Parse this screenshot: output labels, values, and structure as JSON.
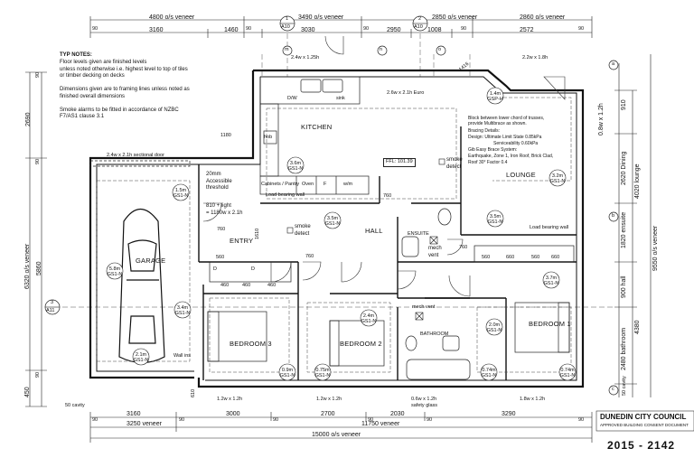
{
  "dimensions": {
    "top_veneer_1": "4800 o/s veneer",
    "top_veneer_2": "3490 o/s veneer",
    "top_veneer_3": "2850 o/s veneer",
    "top_veneer_4": "2860 o/s veneer",
    "top_row2": [
      "3160",
      "1460",
      "3030",
      "2950",
      "1008",
      "2572"
    ],
    "top_row2_small": [
      "90",
      "90",
      "90",
      "90",
      "90"
    ],
    "bottom_row1": [
      "3160",
      "3000",
      "2700",
      "2030",
      "3290"
    ],
    "bottom_row1_small": [
      "90",
      "90",
      "90",
      "90",
      "90",
      "90"
    ],
    "bottom_veneer_1": "3250 veneer",
    "bottom_veneer_2": "11750 veneer",
    "bottom_total": "15000 o/s veneer",
    "left": [
      "2690",
      "6320 o/s veneer",
      "5860",
      "450",
      "90",
      "90",
      "90"
    ],
    "right_outer": "9550 o/s veneer",
    "right_col1": [
      "910",
      "2620 Dining",
      "1820 ensuite",
      "900 hall",
      "2480 bathroom",
      "50 cavity"
    ],
    "right_col2": [
      "4020 lounge",
      "4380"
    ],
    "right_window": "0.8w x 1.2h",
    "interior": [
      "1180",
      "610",
      "760",
      "760",
      "760",
      "560",
      "460",
      "460",
      "460",
      "1610",
      "560",
      "660",
      "560",
      "660",
      "760",
      "90"
    ],
    "cavity_left": "50 cavity"
  },
  "grid_labels": [
    "a",
    "b",
    "c",
    "m",
    "n",
    "o"
  ],
  "section_markers": [
    {
      "num": "1",
      "ref": "A10"
    },
    {
      "num": "2",
      "ref": "A10"
    },
    {
      "num": "3",
      "ref": "A11"
    }
  ],
  "notes": {
    "heading": "TYP NOTES:",
    "lines": "Floor levels given are finished levels\nunless noted otherwise i.e. highest level to top of tiles\nor timber decking on decks\n\nDimensions given are to framing lines unless noted as\nfinished overall dimensions\n\nSmoke alarms to be fitted in accordance of NZBC\nF7/AS1 clause 3.1",
    "truss": "Block between lower chord of trusses,\nprovide Multibrace as shown.",
    "bracing_title": "Bracing Details:",
    "bracing_design": "Design: Ultimate Limit State    0.85kPa",
    "bracing_service": "Serviceability    0.60kPa",
    "bracing_gib": "Gib Easy Brace System:",
    "bracing_eq": "Earthquake, Zone 1, Iron Roof, Brick Clad,",
    "bracing_roof": "Roof 30° Factor 0.4"
  },
  "rooms": {
    "kitchen": "KITCHEN",
    "lounge": "LOUNGE",
    "hall": "HALL",
    "entry": "ENTRY",
    "garage": "GARAGE",
    "ensuite": "ENSUITE",
    "bedroom1": "BEDROOM 1",
    "bedroom2": "BEDROOM 2",
    "bedroom3": "BEDROOM 3",
    "bathroom": "BATHROOM"
  },
  "labels": {
    "dw": "D/W",
    "sink": "sink",
    "hob": "hob",
    "cab": "Cabinets / Pantry",
    "oven": "Oven",
    "fridge": "F",
    "wm": "w/m",
    "lbw1": "Load bearing wall",
    "lbw2": "Load bearing wall",
    "ffl": "FFL: 101.39",
    "smoke1": "smoke\ndetect",
    "smoke2": "smoke\ndetect",
    "mech1": "mech\nvent",
    "mech2": "mech vent",
    "door_garage": "2.4w x 2.1h sectional door",
    "threshold": "20mm\nAccessible\nthreshold",
    "entry_door": "810 + light\n= 1180w x 2.1h",
    "wall_ins": "Wall ins",
    "safety": "safety glass",
    "d1": "D",
    "d2": "D",
    "win_top1": "2.4w x 1.25h",
    "win_top2": "2.6w x 2.1h Euro",
    "win_top3": "2.2w x 1.8h",
    "win_bot1": "1.2w x 1.2h",
    "win_bot2": "1.2w x 1.2h",
    "win_bot3": "0.6w x 1.2h",
    "win_bot4": "1.8w x 1.2h",
    "diag_dim": "1416"
  },
  "brace_tags": [
    {
      "value": "1.4m",
      "code": "GSP-H"
    },
    {
      "value": "3.6m",
      "code": "GS1-N"
    },
    {
      "value": "3.2m",
      "code": "GS1-N"
    },
    {
      "value": "1.5m",
      "code": "GS1-N"
    },
    {
      "value": "3.5m",
      "code": "GS1-N"
    },
    {
      "value": "3.5m",
      "code": "GS1-N"
    },
    {
      "value": "5.8m",
      "code": "GS1-N"
    },
    {
      "value": "3.4m",
      "code": "GS1-N"
    },
    {
      "value": "3.7m",
      "code": "GS1-N"
    },
    {
      "value": "2.4m",
      "code": "GS1-N"
    },
    {
      "value": "2.0m",
      "code": "GS1-N"
    },
    {
      "value": "2.1m",
      "code": "GS1-N"
    },
    {
      "value": "0.9m",
      "code": "GS1-N"
    },
    {
      "value": "0.75m",
      "code": "GS1-N"
    },
    {
      "value": "0.74m",
      "code": "GS1-N"
    },
    {
      "value": "0.74m",
      "code": "GS1-N"
    }
  ],
  "stamp": {
    "council": "DUNEDIN CITY COUNCIL",
    "approved": "APPROVED BUILDING CONSENT DOCUMENT",
    "number": "2015 - 2142"
  }
}
